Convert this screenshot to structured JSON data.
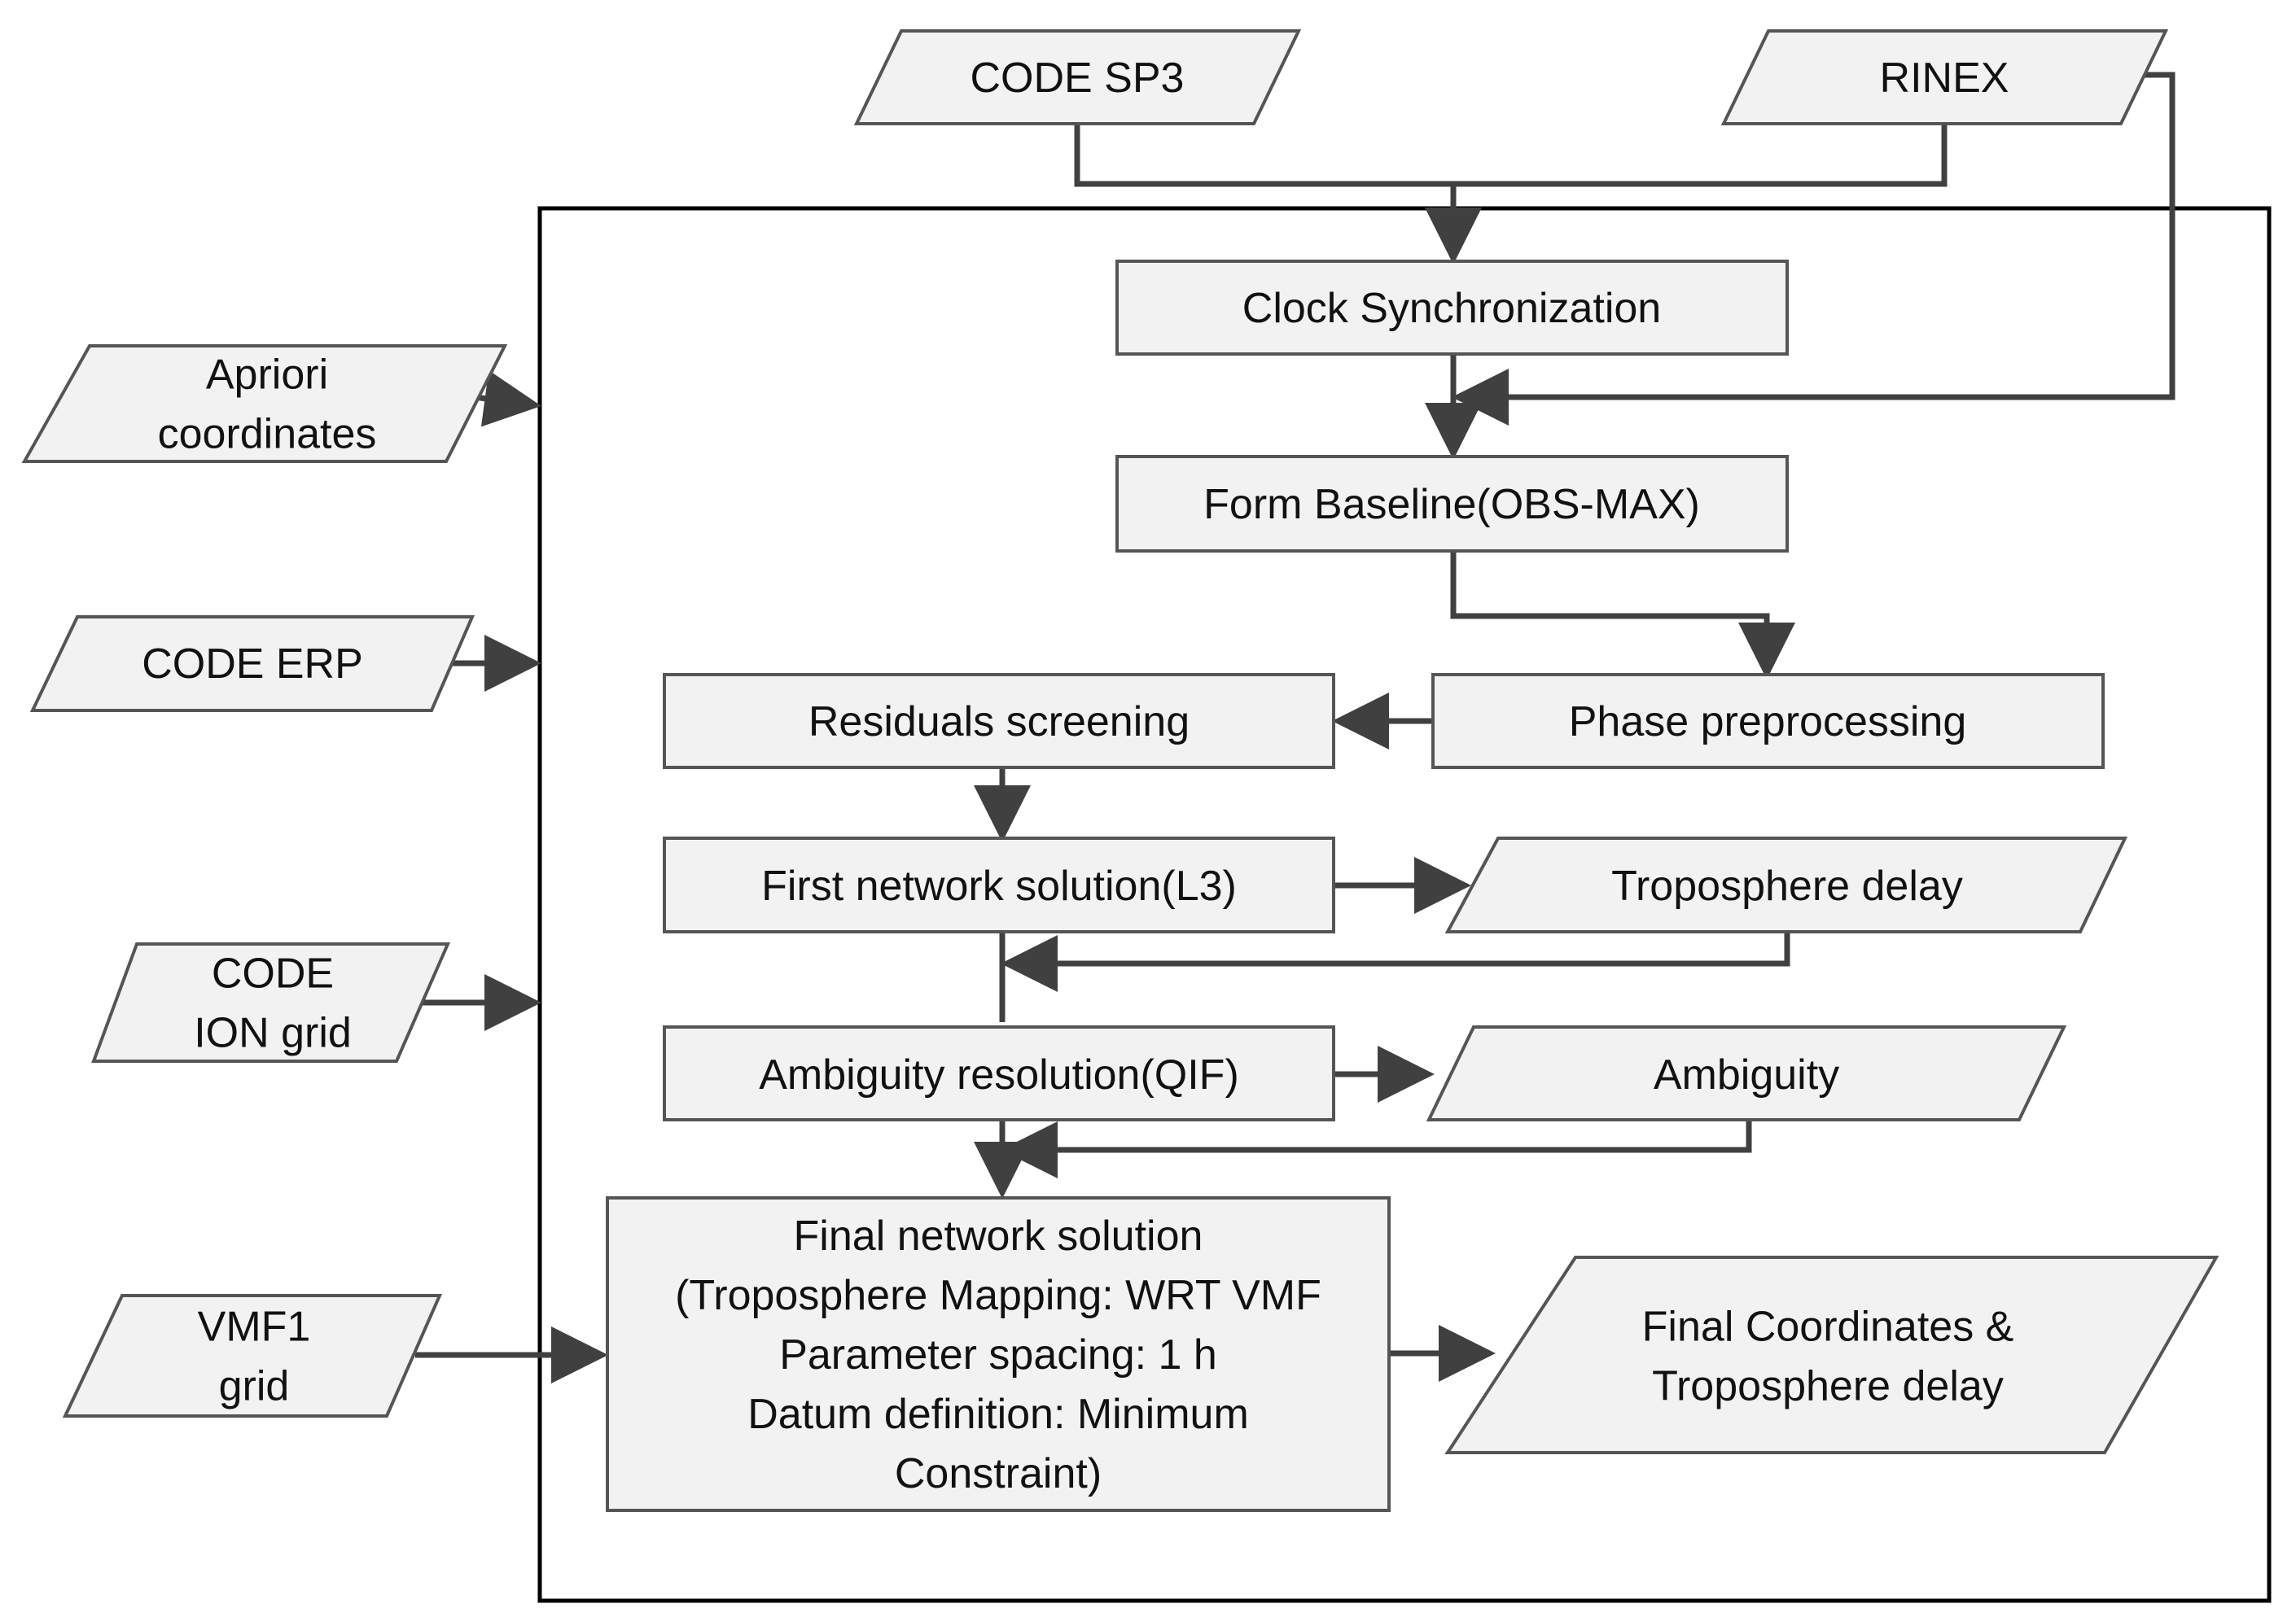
{
  "inputs": {
    "code_sp3": [
      "CODE SP3"
    ],
    "rinex": [
      "RINEX"
    ],
    "apriori_coordinates": [
      "Apriori",
      "coordinates"
    ],
    "code_erp": [
      "CODE ERP"
    ],
    "code_ion_grid": [
      "CODE",
      "ION grid"
    ],
    "vmf1_grid": [
      "VMF1",
      "grid"
    ]
  },
  "steps": {
    "clock_synchronization": [
      "Clock Synchronization"
    ],
    "form_baseline": [
      "Form Baseline(OBS-MAX)"
    ],
    "phase_preprocessing": [
      "Phase preprocessing"
    ],
    "residuals_screening": [
      "Residuals screening"
    ],
    "first_network_solution": [
      "First network solution(L3)"
    ],
    "ambiguity_resolution": [
      "Ambiguity resolution(QIF)"
    ],
    "final_network_solution": [
      "Final network solution",
      "(Troposphere Mapping: WRT VMF",
      "Parameter spacing: 1 h",
      "Datum definition: Minimum",
      "Constraint)"
    ]
  },
  "outputs": {
    "troposphere_delay": [
      "Troposphere delay"
    ],
    "ambiguity": [
      "Ambiguity"
    ],
    "final_coordinates": [
      "Final Coordinates &",
      "Troposphere delay"
    ]
  },
  "colors": {
    "box_fill": "#f2f2f2",
    "box_stroke": "#555555",
    "arrow": "#404040",
    "frame": "#000000",
    "text": "#111111"
  }
}
